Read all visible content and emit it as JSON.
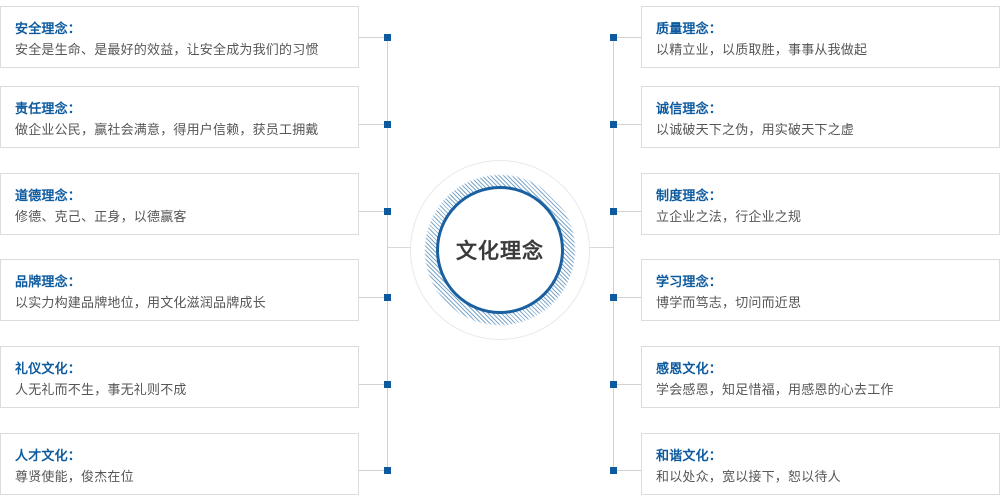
{
  "hub": {
    "label": "文化理念",
    "ring_color": "#1a5fa0",
    "label_color": "#3b3b3b"
  },
  "theme": {
    "title_color": "#0d5a9e",
    "desc_color": "#565656",
    "card_border": "#dcdcdc",
    "connector_color": "#d2d2d2",
    "node_color": "#0d5a9e",
    "background": "#ffffff"
  },
  "left_column": {
    "items": [
      {
        "title": "安全理念：",
        "desc": "安全是生命、是最好的效益，让安全成为我们的习惯"
      },
      {
        "title": "责任理念：",
        "desc": "做企业公民，赢社会满意，得用户信赖，获员工拥戴"
      },
      {
        "title": "道德理念：",
        "desc": "修德、克己、正身，以德赢客"
      },
      {
        "title": "品牌理念：",
        "desc": "以实力构建品牌地位，用文化滋润品牌成长"
      },
      {
        "title": "礼仪文化：",
        "desc": "人无礼而不生，事无礼则不成"
      },
      {
        "title": "人才文化：",
        "desc": "尊贤使能，俊杰在位"
      }
    ]
  },
  "right_column": {
    "items": [
      {
        "title": "质量理念：",
        "desc": "以精立业，以质取胜，事事从我做起"
      },
      {
        "title": "诚信理念：",
        "desc": "以诚破天下之伪，用实破天下之虚"
      },
      {
        "title": "制度理念：",
        "desc": "立企业之法，行企业之规"
      },
      {
        "title": "学习理念：",
        "desc": "博学而笃志，切问而近思"
      },
      {
        "title": "感恩文化：",
        "desc": "学会感恩，知足惜福，用感恩的心去工作"
      },
      {
        "title": "和谐文化：",
        "desc": "和以处众，宽以接下，恕以待人"
      }
    ]
  }
}
